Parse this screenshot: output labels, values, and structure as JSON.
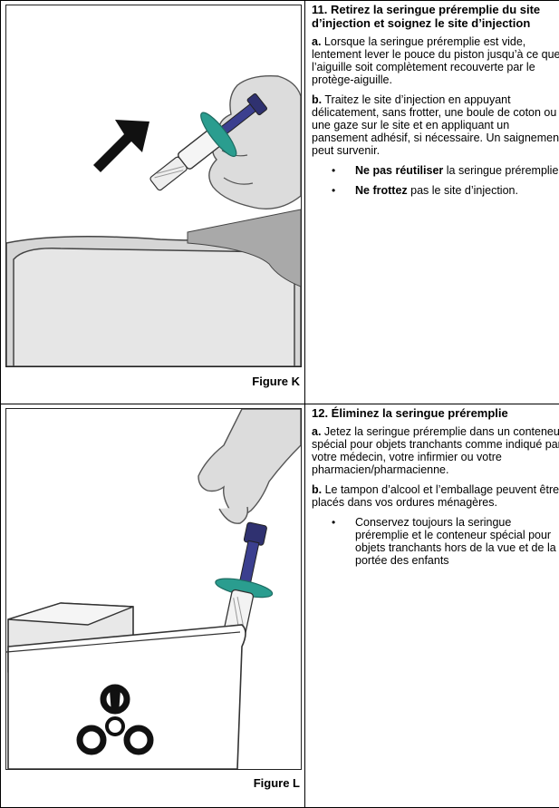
{
  "step11": {
    "title": "11. Retirez la seringue préremplie du site d’injection et soignez le site d’injection",
    "a_label": "a.",
    "a_text": " Lorsque la seringue préremplie est vide, lentement lever le pouce du piston jusqu’à ce que l’aiguille soit complètement recouverte par le protège-aiguille.",
    "b_label": "b.",
    "b_text": " Traitez le site d’injection en appuyant délicatement, sans frotter, une boule de coton ou une gaze sur le site et en appliquant un pansement adhésif, si nécessaire. Un saignement peut survenir.",
    "bullets": [
      {
        "bold": "Ne pas réutiliser",
        "rest": " la seringue préremplie."
      },
      {
        "bold": "Ne frottez",
        "rest": " pas le site d’injection."
      }
    ],
    "figure_label": "Figure K"
  },
  "step12": {
    "title": "12. Éliminez la seringue préremplie",
    "a_label": "a.",
    "a_text": " Jetez la seringue préremplie dans un conteneur spécial pour objets tranchants comme indiqué par votre médecin, votre infirmier ou votre pharmacien/pharmacienne.",
    "b_label": "b.",
    "b_text": " Le tampon d’alcool et l’emballage peuvent être placés dans vos ordures ménagères.",
    "bullets": [
      {
        "bold": "",
        "rest": "Conservez toujours la seringue préremplie et le conteneur spécial pour objets tranchants hors de la vue et de la portée des enfants"
      }
    ],
    "figure_label": "Figure L"
  },
  "colors": {
    "syringe_flange": "#2a9d8f",
    "plunger": "#3b3f8f",
    "hand": "#d9d9d9",
    "skin": "#bfbfbf"
  }
}
